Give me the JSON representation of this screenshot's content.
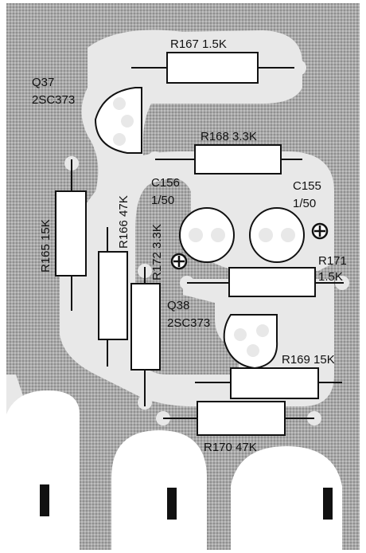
{
  "colors": {
    "paper": "#ffffff",
    "copper": "#a9a9a9",
    "trace_light": "#e8e8e8",
    "ink": "#111111",
    "component_fill": "#ffffff"
  },
  "components": {
    "r167": {
      "ref": "R167",
      "value": "1.5K",
      "label": "R167 1.5K"
    },
    "q37": {
      "ref": "Q37",
      "part": "2SC373"
    },
    "r168": {
      "ref": "R168",
      "value": "3.3K",
      "label": "R168 3.3K"
    },
    "c156": {
      "ref": "C156",
      "value": "1/50"
    },
    "c155": {
      "ref": "C155",
      "value": "1/50"
    },
    "r165": {
      "ref": "R165",
      "value": "15K",
      "label": "R165 15K"
    },
    "r166": {
      "ref": "R166",
      "value": "47K",
      "label": "R166 47K"
    },
    "r172": {
      "ref": "R172",
      "value": "3.3K",
      "label": "R172 3.3K"
    },
    "r171": {
      "ref": "R171",
      "value": "1.5K"
    },
    "q38": {
      "ref": "Q38",
      "part": "2SC373"
    },
    "r169": {
      "ref": "R169",
      "value": "15K",
      "label": "R169 15K"
    },
    "r170": {
      "ref": "R170",
      "value": "47K",
      "label": "R170 47K"
    }
  },
  "symbols": {
    "polarity_icon": "plus-circle-icon"
  }
}
